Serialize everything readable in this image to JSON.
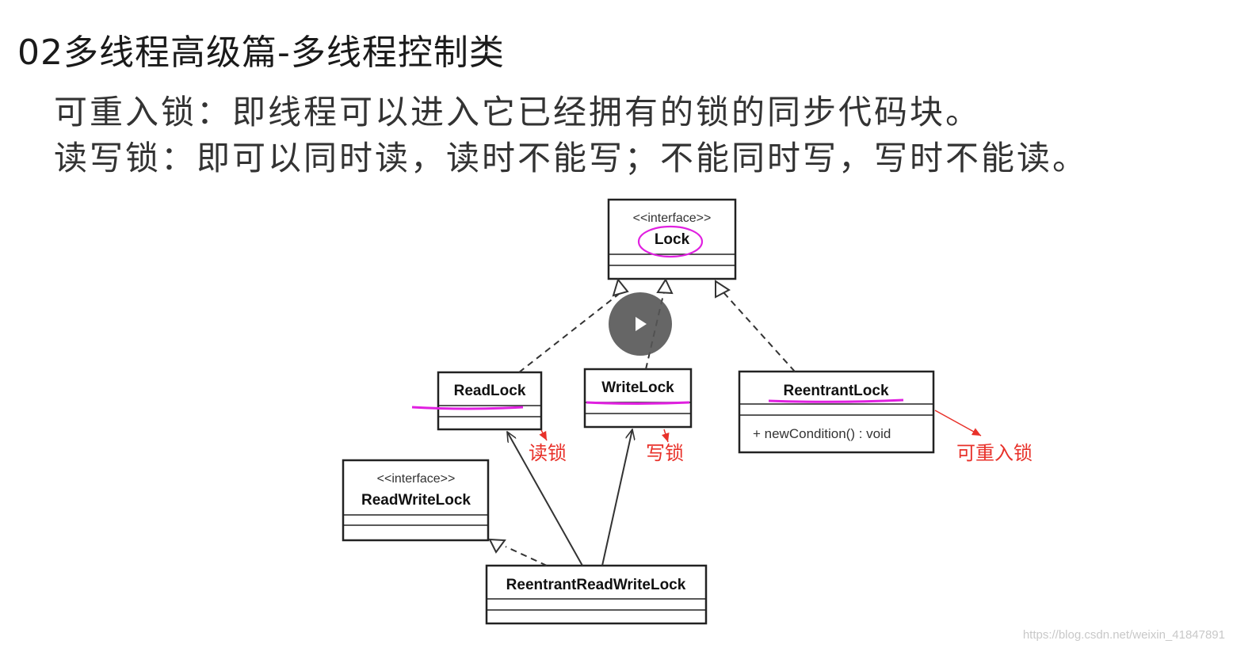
{
  "slide": {
    "title": "02多线程高级篇-多线程控制类",
    "line1": "可重入锁：即线程可以进入它已经拥有的锁的同步代码块。",
    "line2": "读写锁：即可以同时读，读时不能写；不能同时写，写时不能读。"
  },
  "diagram": {
    "lock": {
      "stereotype": "<<interface>>",
      "name": "Lock"
    },
    "readlock": {
      "name": "ReadLock"
    },
    "writelock": {
      "name": "WriteLock"
    },
    "reentrantlock": {
      "name": "ReentrantLock",
      "operation": "+ newCondition() : void"
    },
    "readwritelock": {
      "stereotype": "<<interface>>",
      "name": "ReadWriteLock"
    },
    "reentrantreadwritelock": {
      "name": "ReentrantReadWriteLock"
    }
  },
  "annotations": {
    "read_lock": "读锁",
    "write_lock": "写锁",
    "reentrant_lock": "可重入锁"
  },
  "colors": {
    "highlight": "#e020e0",
    "annotation": "#e8312a"
  },
  "watermark": "https://blog.csdn.net/weixin_41847891"
}
